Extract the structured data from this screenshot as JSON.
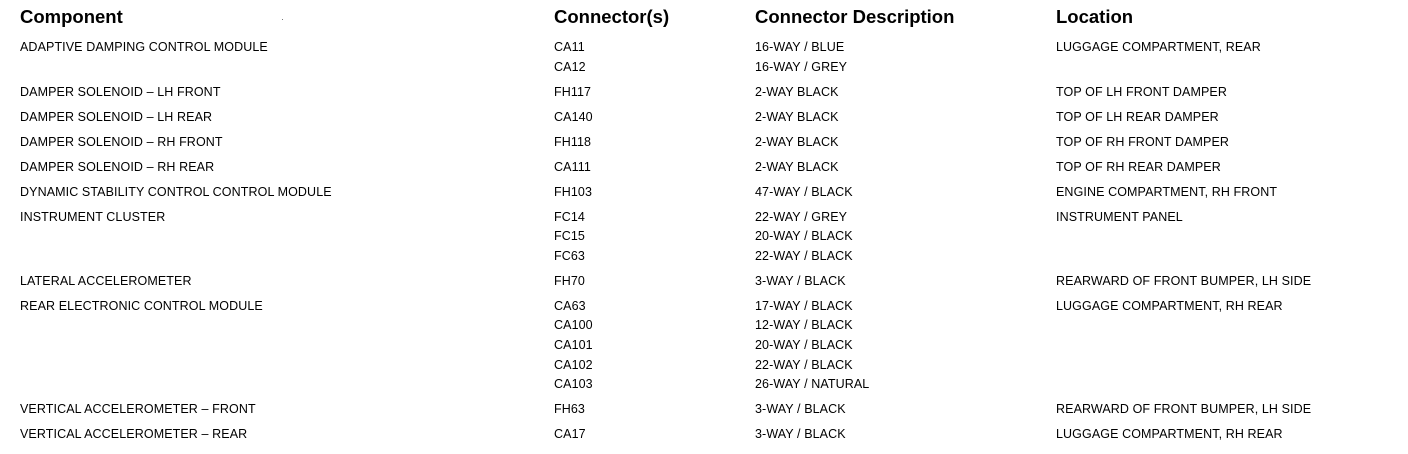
{
  "headers": {
    "component": "Component",
    "connectors": "Connector(s)",
    "description": "Connector Description",
    "location": "Location"
  },
  "rows": [
    {
      "component": "ADAPTIVE DAMPING CONTROL MODULE",
      "connectors": [
        "CA11",
        "CA12"
      ],
      "descriptions": [
        "16-WAY / BLUE",
        "16-WAY / GREY"
      ],
      "location": "LUGGAGE COMPARTMENT, REAR"
    },
    {
      "component": "DAMPER SOLENOID – LH FRONT",
      "connectors": [
        "FH117"
      ],
      "descriptions": [
        "2-WAY BLACK"
      ],
      "location": "TOP OF LH FRONT DAMPER"
    },
    {
      "component": "DAMPER SOLENOID – LH REAR",
      "connectors": [
        "CA140"
      ],
      "descriptions": [
        "2-WAY BLACK"
      ],
      "location": "TOP OF LH REAR DAMPER"
    },
    {
      "component": "DAMPER SOLENOID – RH FRONT",
      "connectors": [
        "FH118"
      ],
      "descriptions": [
        "2-WAY BLACK"
      ],
      "location": "TOP OF RH FRONT DAMPER"
    },
    {
      "component": "DAMPER SOLENOID – RH REAR",
      "connectors": [
        "CA111"
      ],
      "descriptions": [
        "2-WAY BLACK"
      ],
      "location": "TOP OF RH REAR DAMPER"
    },
    {
      "component": "DYNAMIC STABILITY CONTROL CONTROL MODULE",
      "connectors": [
        "FH103"
      ],
      "descriptions": [
        "47-WAY / BLACK"
      ],
      "location": "ENGINE COMPARTMENT, RH FRONT"
    },
    {
      "component": "INSTRUMENT CLUSTER",
      "connectors": [
        "FC14",
        "FC15",
        "FC63"
      ],
      "descriptions": [
        "22-WAY / GREY",
        "20-WAY / BLACK",
        "22-WAY / BLACK"
      ],
      "location": "INSTRUMENT PANEL"
    },
    {
      "component": "LATERAL ACCELEROMETER",
      "connectors": [
        "FH70"
      ],
      "descriptions": [
        "3-WAY / BLACK"
      ],
      "location": "REARWARD OF FRONT BUMPER, LH SIDE"
    },
    {
      "component": "REAR ELECTRONIC CONTROL MODULE",
      "connectors": [
        "CA63",
        "CA100",
        "CA101",
        "CA102",
        "CA103"
      ],
      "descriptions": [
        "17-WAY / BLACK",
        "12-WAY / BLACK",
        "20-WAY / BLACK",
        "22-WAY / BLACK",
        "26-WAY / NATURAL"
      ],
      "location": "LUGGAGE COMPARTMENT, RH REAR"
    },
    {
      "component": "VERTICAL ACCELEROMETER – FRONT",
      "connectors": [
        "FH63"
      ],
      "descriptions": [
        "3-WAY / BLACK"
      ],
      "location": "REARWARD OF FRONT BUMPER, LH SIDE"
    },
    {
      "component": "VERTICAL ACCELEROMETER – REAR",
      "connectors": [
        "CA17"
      ],
      "descriptions": [
        "3-WAY / BLACK"
      ],
      "location": "LUGGAGE COMPARTMENT, RH REAR"
    }
  ]
}
